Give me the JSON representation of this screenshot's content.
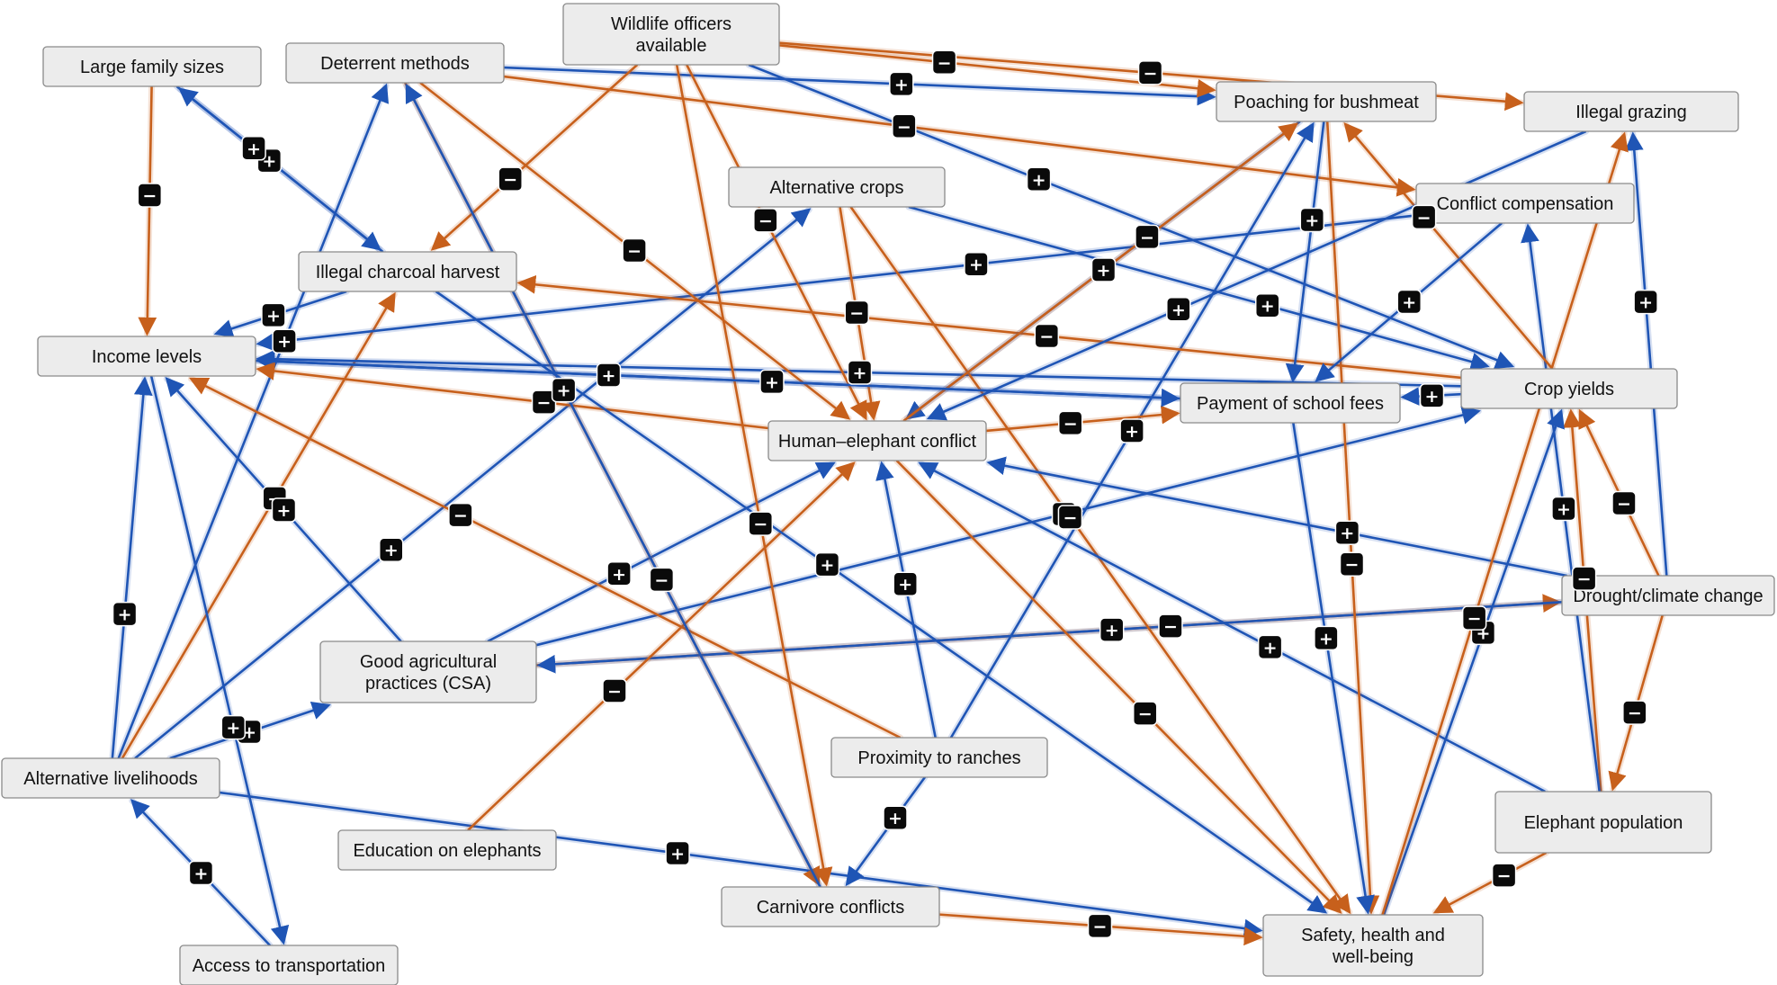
{
  "colors": {
    "positive": "#1f55b5",
    "negative": "#c7601c",
    "node_fill": "#ececec",
    "node_border": "#8a8a8a",
    "sign_fill": "#0a0a0a"
  },
  "nodes": [
    {
      "id": "wildlife_officers",
      "lines": [
        "Wildlife officers",
        "available"
      ]
    },
    {
      "id": "large_family",
      "lines": [
        "Large family sizes"
      ]
    },
    {
      "id": "deterrent",
      "lines": [
        "Deterrent methods"
      ]
    },
    {
      "id": "poaching",
      "lines": [
        "Poaching for bushmeat"
      ]
    },
    {
      "id": "illegal_grazing",
      "lines": [
        "Illegal grazing"
      ]
    },
    {
      "id": "alt_crops",
      "lines": [
        "Alternative crops"
      ]
    },
    {
      "id": "conflict_comp",
      "lines": [
        "Conflict compensation"
      ]
    },
    {
      "id": "charcoal",
      "lines": [
        "Illegal charcoal harvest"
      ]
    },
    {
      "id": "income",
      "lines": [
        "Income levels"
      ]
    },
    {
      "id": "school_fees",
      "lines": [
        "Payment of school fees"
      ]
    },
    {
      "id": "crop_yields",
      "lines": [
        "Crop yields"
      ]
    },
    {
      "id": "hec",
      "lines": [
        "Human–elephant conflict"
      ]
    },
    {
      "id": "drought",
      "lines": [
        "Drought/climate change"
      ]
    },
    {
      "id": "gap",
      "lines": [
        "Good agricultural",
        "practices (CSA)"
      ]
    },
    {
      "id": "ranches",
      "lines": [
        "Proximity to ranches"
      ]
    },
    {
      "id": "alt_livelihoods",
      "lines": [
        "Alternative livelihoods"
      ]
    },
    {
      "id": "elephant_pop",
      "lines": [
        "Elephant population"
      ]
    },
    {
      "id": "education",
      "lines": [
        "Education on elephants"
      ]
    },
    {
      "id": "carnivore",
      "lines": [
        "Carnivore conflicts"
      ]
    },
    {
      "id": "safety",
      "lines": [
        "Safety, health and",
        "well-being"
      ]
    },
    {
      "id": "transport",
      "lines": [
        "Access to transportation"
      ]
    }
  ],
  "edges": [
    {
      "from": "alt_livelihoods",
      "to": "income",
      "sign": "+"
    },
    {
      "from": "alt_livelihoods",
      "to": "gap",
      "sign": "+"
    },
    {
      "from": "alt_livelihoods",
      "to": "deterrent",
      "sign": "+"
    },
    {
      "from": "alt_livelihoods",
      "to": "safety",
      "sign": "+"
    },
    {
      "from": "alt_livelihoods",
      "to": "charcoal",
      "sign": "−"
    },
    {
      "from": "alt_livelihoods",
      "to": "alt_crops",
      "sign": "+"
    },
    {
      "from": "transport",
      "to": "alt_livelihoods",
      "sign": "+"
    },
    {
      "from": "income",
      "to": "transport",
      "sign": "+"
    },
    {
      "from": "large_family",
      "to": "income",
      "sign": "−"
    },
    {
      "from": "charcoal",
      "to": "large_family",
      "sign": "+"
    },
    {
      "from": "large_family",
      "to": "charcoal",
      "sign": "+"
    },
    {
      "from": "gap",
      "to": "income",
      "sign": "+"
    },
    {
      "from": "gap",
      "to": "drought",
      "sign": "−"
    },
    {
      "from": "drought",
      "to": "gap",
      "sign": "+"
    },
    {
      "from": "gap",
      "to": "crop_yields",
      "sign": "+"
    },
    {
      "from": "gap",
      "to": "hec",
      "sign": "+"
    },
    {
      "from": "crop_yields",
      "to": "income",
      "sign": "+"
    },
    {
      "from": "school_fees",
      "to": "income",
      "sign": "+"
    },
    {
      "from": "hec",
      "to": "income",
      "sign": "−"
    },
    {
      "from": "charcoal",
      "to": "income",
      "sign": "+"
    },
    {
      "from": "conflict_comp",
      "to": "income",
      "sign": "+"
    },
    {
      "from": "deterrent",
      "to": "hec",
      "sign": "−"
    },
    {
      "from": "deterrent",
      "to": "carnivore",
      "sign": "−"
    },
    {
      "from": "deterrent",
      "to": "conflict_comp",
      "sign": "−"
    },
    {
      "from": "deterrent",
      "to": "poaching",
      "sign": "+"
    },
    {
      "from": "wildlife_officers",
      "to": "poaching",
      "sign": "−"
    },
    {
      "from": "wildlife_officers",
      "to": "illegal_grazing",
      "sign": "−"
    },
    {
      "from": "wildlife_officers",
      "to": "charcoal",
      "sign": "−"
    },
    {
      "from": "wildlife_officers",
      "to": "hec",
      "sign": "−"
    },
    {
      "from": "wildlife_officers",
      "to": "carnivore",
      "sign": "−"
    },
    {
      "from": "wildlife_officers",
      "to": "crop_yields",
      "sign": "+"
    },
    {
      "from": "alt_crops",
      "to": "hec",
      "sign": "−"
    },
    {
      "from": "alt_crops",
      "to": "crop_yields",
      "sign": "+"
    },
    {
      "from": "alt_crops",
      "to": "safety",
      "sign": "−"
    },
    {
      "from": "ranches",
      "to": "hec",
      "sign": "+"
    },
    {
      "from": "ranches",
      "to": "carnivore",
      "sign": "+"
    },
    {
      "from": "ranches",
      "to": "poaching",
      "sign": "+"
    },
    {
      "from": "ranches",
      "to": "income",
      "sign": "−"
    },
    {
      "from": "elephant_pop",
      "to": "hec",
      "sign": "+"
    },
    {
      "from": "elephant_pop",
      "to": "crop_yields",
      "sign": "−"
    },
    {
      "from": "elephant_pop",
      "to": "safety",
      "sign": "−"
    },
    {
      "from": "elephant_pop",
      "to": "conflict_comp",
      "sign": "+"
    },
    {
      "from": "drought",
      "to": "illegal_grazing",
      "sign": "+"
    },
    {
      "from": "drought",
      "to": "crop_yields",
      "sign": "−"
    },
    {
      "from": "drought",
      "to": "elephant_pop",
      "sign": "−"
    },
    {
      "from": "drought",
      "to": "hec",
      "sign": "+"
    },
    {
      "from": "crop_yields",
      "to": "school_fees",
      "sign": "+"
    },
    {
      "from": "crop_yields",
      "to": "poaching",
      "sign": "−"
    },
    {
      "from": "crop_yields",
      "to": "charcoal",
      "sign": "−"
    },
    {
      "from": "poaching",
      "to": "safety",
      "sign": "−"
    },
    {
      "from": "poaching",
      "to": "school_fees",
      "sign": "+"
    },
    {
      "from": "poaching",
      "to": "hec",
      "sign": "+"
    },
    {
      "from": "hec",
      "to": "poaching",
      "sign": "−"
    },
    {
      "from": "hec",
      "to": "school_fees",
      "sign": "−"
    },
    {
      "from": "hec",
      "to": "safety",
      "sign": "−"
    },
    {
      "from": "education",
      "to": "hec",
      "sign": "−"
    },
    {
      "from": "carnivore",
      "to": "safety",
      "sign": "−"
    },
    {
      "from": "carnivore",
      "to": "deterrent",
      "sign": "+"
    },
    {
      "from": "school_fees",
      "to": "safety",
      "sign": "+"
    },
    {
      "from": "safety",
      "to": "crop_yields",
      "sign": "+"
    },
    {
      "from": "safety",
      "to": "illegal_grazing",
      "sign": "−"
    },
    {
      "from": "conflict_comp",
      "to": "school_fees",
      "sign": "+"
    },
    {
      "from": "illegal_grazing",
      "to": "hec",
      "sign": "+"
    },
    {
      "from": "charcoal",
      "to": "safety",
      "sign": "+"
    },
    {
      "from": "income",
      "to": "school_fees",
      "sign": "+"
    }
  ]
}
